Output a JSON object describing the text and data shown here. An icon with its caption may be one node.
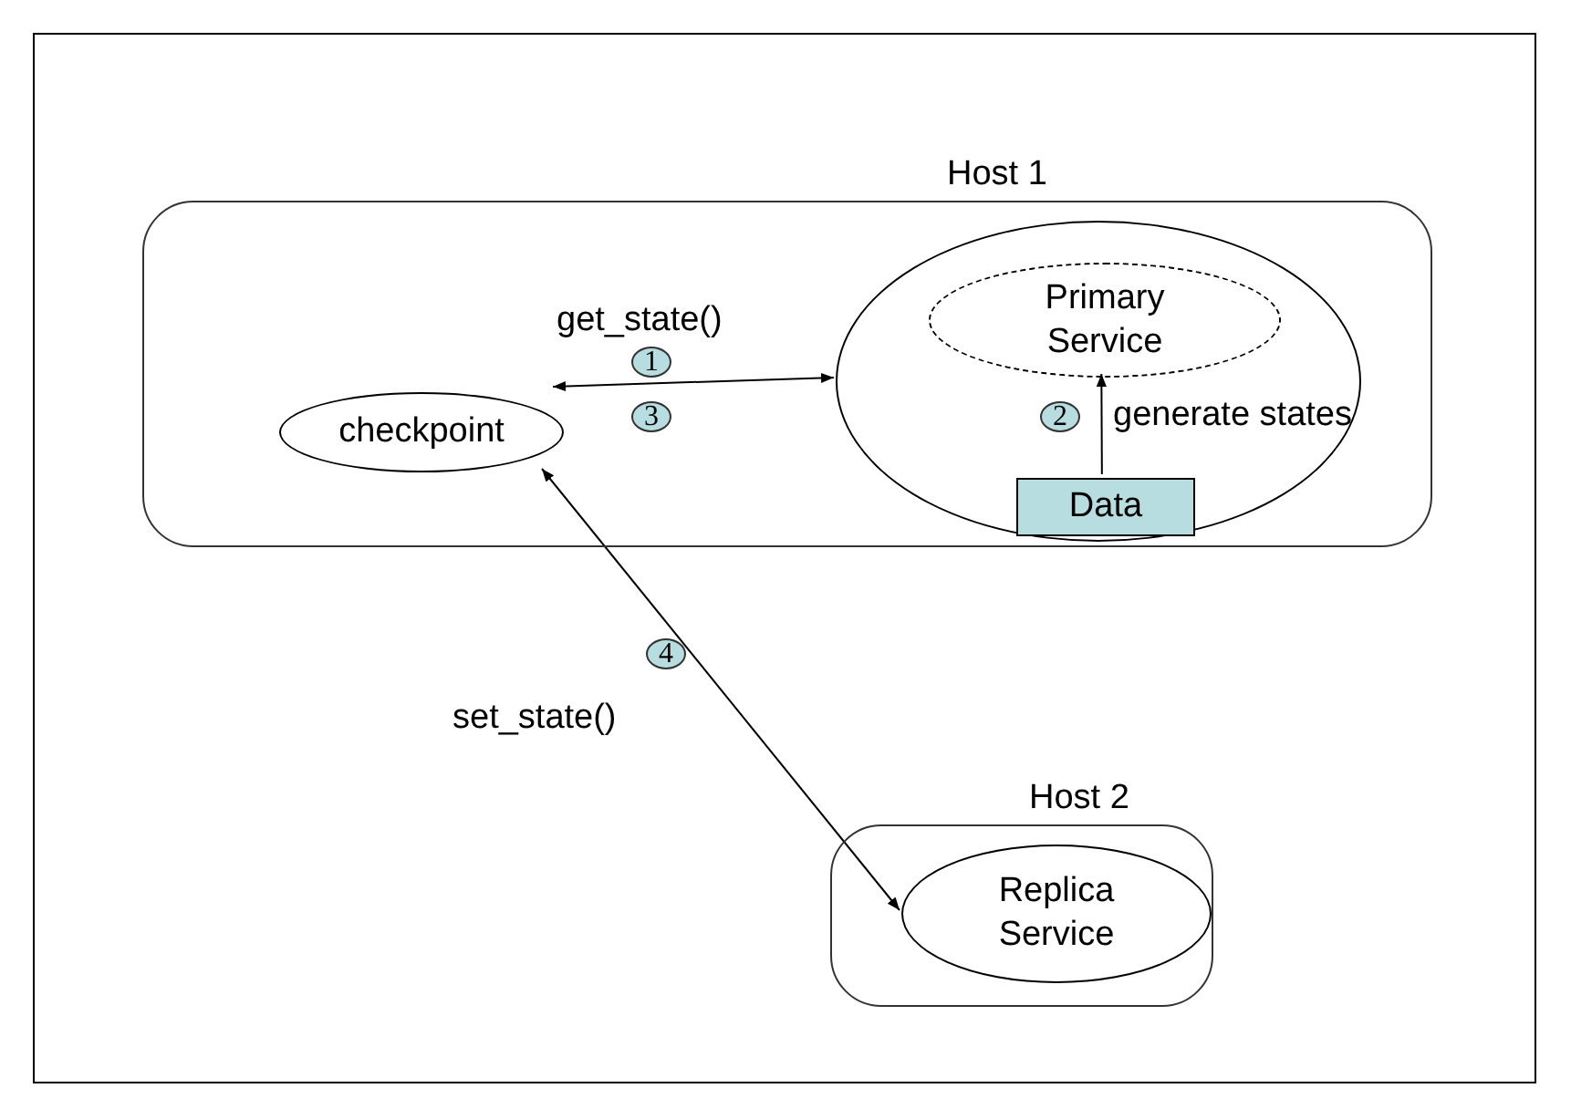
{
  "diagram": {
    "nodes": [
      {
        "text": [
          "Host 1"
        ]
      },
      {
        "text": [
          "checkpoint"
        ],
        "in": 0
      },
      {
        "text": [],
        "shape": "circle",
        "in": 0
      },
      {
        "text": [
          "Primary Service"
        ],
        "in": 2
      },
      {
        "text": [
          "Data"
        ],
        "in": 2
      },
      {
        "text": [
          "Host 2"
        ]
      },
      {
        "text": [
          "Replica Service"
        ],
        "in": 5
      }
    ],
    "edges": [
      {
        "from": 1,
        "to": 2,
        "arrow": "both",
        "label": "get_state()"
      },
      {
        "from": 4,
        "to": 3,
        "arrow": "to",
        "label": "generate states"
      },
      {
        "from": 1,
        "to": 6,
        "arrow": "both",
        "label": "set_state()"
      }
    ],
    "labels": [
      "1",
      "3",
      "2",
      "4"
    ]
  }
}
